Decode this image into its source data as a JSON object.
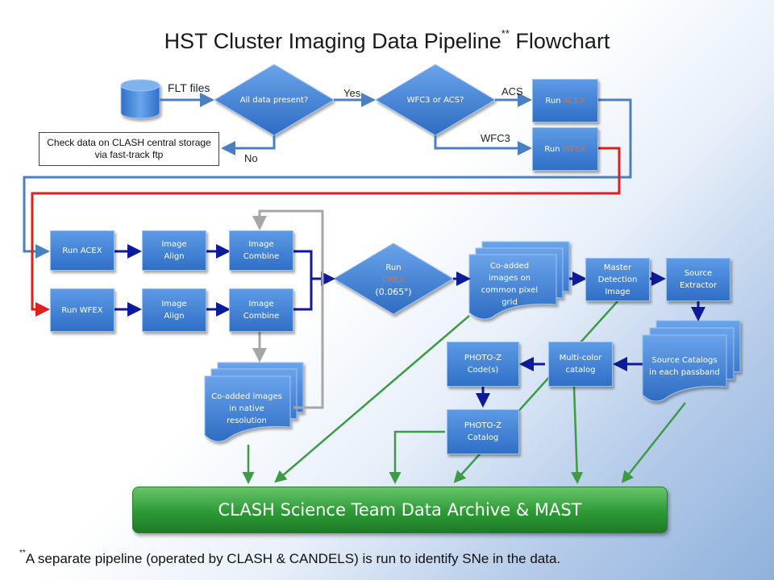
{
  "title": {
    "text": "HST Cluster Imaging Data Pipeline",
    "mark": "**",
    "suffix": "Flowchart"
  },
  "top": {
    "input_label": "FLT files",
    "decision_present": "All data present?",
    "decision_instrument": "WFC3 or ACS?",
    "yes_label": "Yes",
    "no_label": "No",
    "acs_label": "ACS",
    "wfc3_label": "WFC3",
    "run_acex": {
      "prefix": "Run ",
      "accent": "ACEX"
    },
    "run_wfex": {
      "prefix": "Run ",
      "accent": "WFEX"
    },
    "check_data": "Check data on CLASH central storage via fast-track ftp"
  },
  "middle": {
    "run_acex": "Run ACEX",
    "run_wfex": "Run WFEX",
    "image_align_1": "Image Align",
    "image_align_2": "Image Align",
    "image_combine_1": "Image Combine",
    "image_combine_2": "Image Combine",
    "drex": {
      "line1": "Run",
      "accent": "DREX",
      "line3": "(0.065\")"
    },
    "coadded_common": "Co-added images on common pixel grid",
    "master_detection": "Master Detection Image",
    "source_extractor": "Source Extractor",
    "coadded_native": "Co-added images in native resolution",
    "source_catalogs": "Source Catalogs in each passband",
    "multicolor_catalog": "Multi-color catalog",
    "photoz_codes": "PHOTO-Z Code(s)",
    "photoz_catalog": "PHOTO-Z Catalog"
  },
  "archive": "CLASH Science Team Data Archive & MAST",
  "footnote": {
    "mark": "**",
    "text": "A separate pipeline (operated by CLASH & CANDELS) is run to identify SNe in the data."
  },
  "colors": {
    "box": "#3f82d6",
    "accent": "#e0703a",
    "connector_blue": "#4a7fc0",
    "connector_red": "#e0201c",
    "connector_navy": "#0d1a99",
    "connector_gray": "#a6a6a6",
    "connector_green": "#3e9a45",
    "archive": "#2e9a36"
  }
}
